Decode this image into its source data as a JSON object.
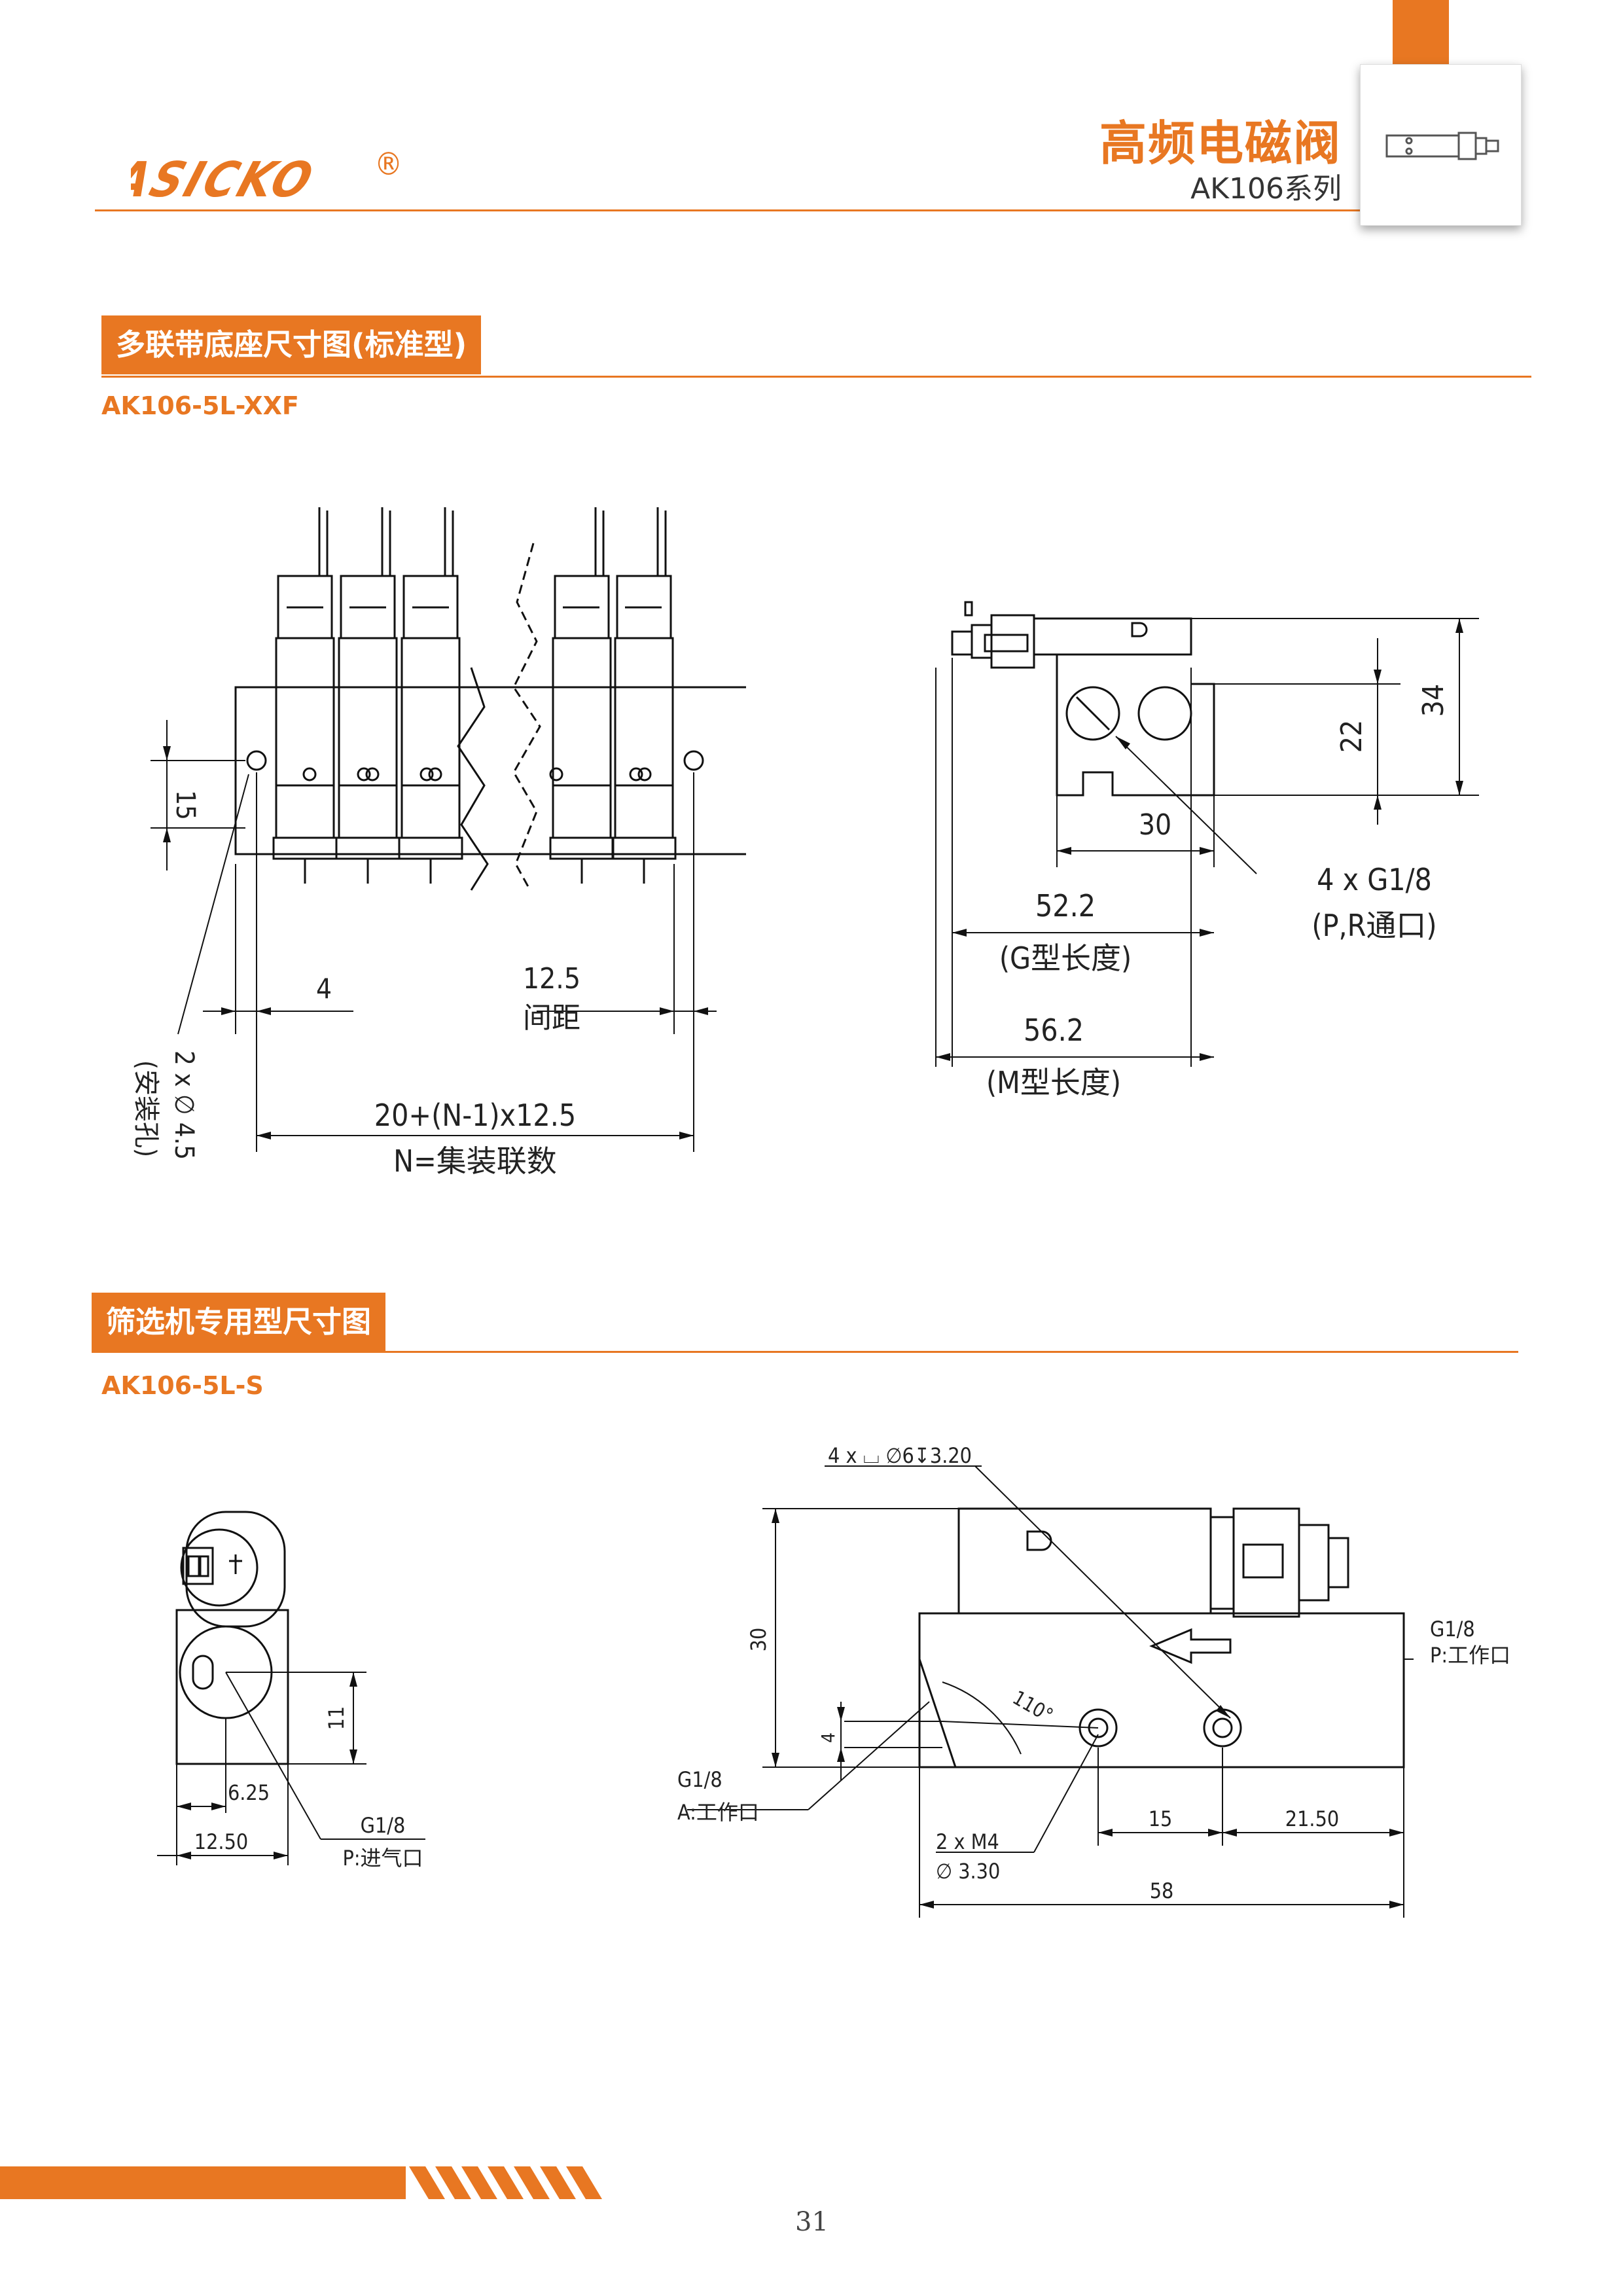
{
  "brand": {
    "logo_text": "ASICKO",
    "registered": "®"
  },
  "header": {
    "title": "高频电磁阀",
    "series": "AK106系列"
  },
  "section1": {
    "heading": "多联带底座尺寸图(标准型)",
    "model": "AK106-5L-XXF",
    "dims": {
      "d15": "15",
      "mount_hole": "2 x ∅ 4.5",
      "mount_hole_cn": "(安装孔)",
      "d4": "4",
      "pitch": "12.5",
      "pitch_cn": "间距",
      "total": "20+(N-1)x12.5",
      "total_cn": "N=集装联数",
      "d30": "30",
      "d22": "22",
      "d34": "34",
      "g_len": "52.2",
      "g_len_cn": "(G型长度)",
      "m_len": "56.2",
      "m_len_cn": "(M型长度)",
      "port": "4 x  G1/8",
      "port_cn": "(P,R通口)"
    }
  },
  "section2": {
    "heading": "筛选机专用型尺寸图",
    "model": "AK106-5L-S",
    "dims": {
      "d11": "11",
      "d625": "6.25",
      "d1250": "12.50",
      "p_port": "G1/8",
      "p_port_cn": "P:进气口",
      "cbore": "4 x ⌴ ∅6↧3.20",
      "d30": "30",
      "d4": "4",
      "angle": "110°",
      "a_port": "G1/8",
      "a_port_cn": "A:工作口",
      "screw": "2 x M4",
      "screw_dia": "∅ 3.30",
      "d15": "15",
      "d2150": "21.50",
      "d58": "58",
      "pr_port": "G1/8",
      "pr_port_cn": "P:工作口"
    }
  },
  "footer": {
    "page_number": "31"
  },
  "colors": {
    "accent": "#e87722"
  }
}
